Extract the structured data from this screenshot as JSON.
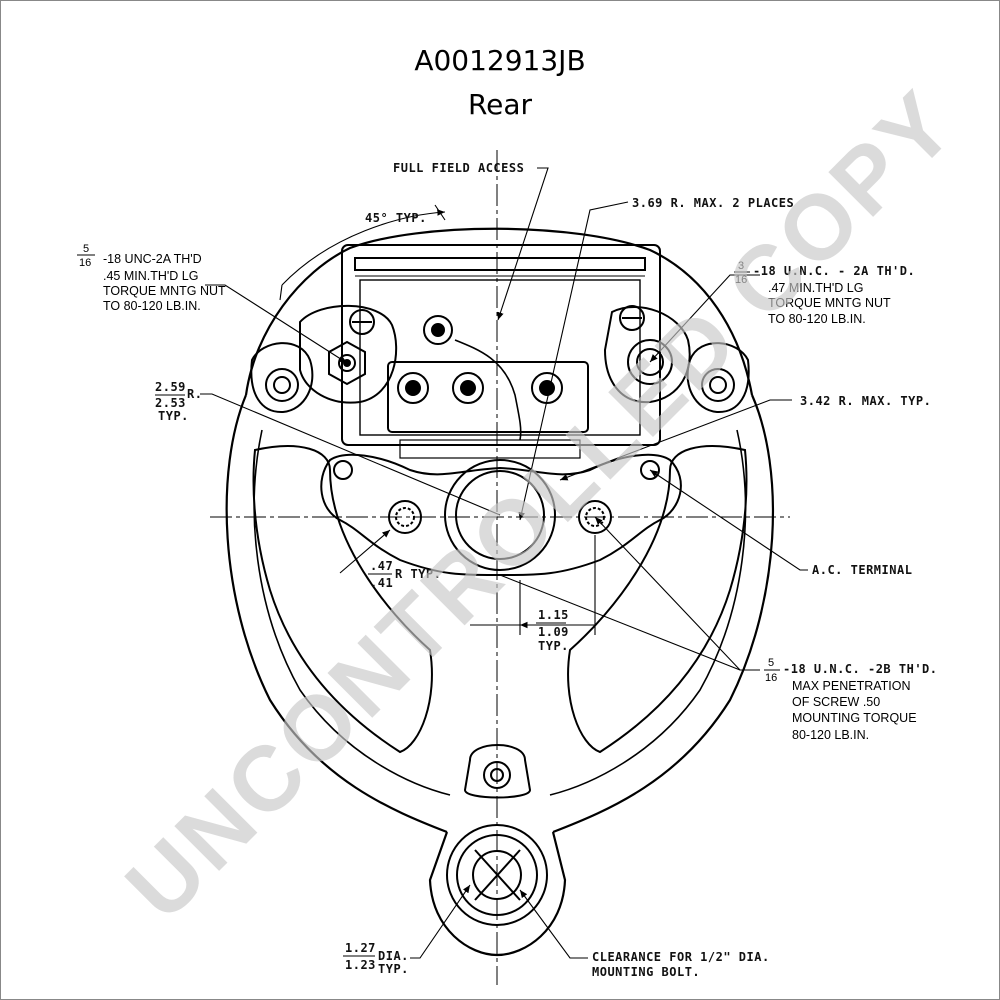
{
  "title": "A0012913JB",
  "subtitle": "Rear",
  "watermark": "UNCONTROLLED COPY",
  "callouts": {
    "full_field_access": "FULL FIELD ACCESS",
    "radius_369": "3.69 R. MAX. 2 PLACES",
    "angle_45": "45° TYP.",
    "left_thread": {
      "frac_num": "5",
      "frac_den": "16",
      "lines": [
        "-18 UNC-2A TH'D",
        ".45 MIN.TH'D LG",
        "TORQUE MNTG NUT",
        "TO 80-120 LB.IN."
      ]
    },
    "right_thread": {
      "frac_num": "3",
      "frac_den": "16",
      "lines": [
        "-18 U.N.C. - 2A TH'D.",
        ".47 MIN.TH'D LG",
        "TORQUE MNTG NUT",
        "TO 80-120 LB.IN."
      ]
    },
    "radius_259": {
      "num": "2.59",
      "den": "2.53",
      "suffix": "R.",
      "typ": "TYP."
    },
    "radius_342": "3.42 R. MAX. TYP.",
    "ac_terminal": "A.C. TERMINAL",
    "radius_47": {
      "num": ".47",
      "den": ".41",
      "suffix": "R TYP."
    },
    "dim_115": {
      "num": "1.15",
      "den": "1.09",
      "typ": "TYP."
    },
    "bottom_thread": {
      "frac_num": "5",
      "frac_den": "16",
      "first": "-18 U.N.C. -2B TH'D.",
      "lines": [
        "MAX PENETRATION",
        "OF SCREW .50",
        "MOUNTING TORQUE",
        "80-120 LB.IN."
      ]
    },
    "dia_127": {
      "num": "1.27",
      "den": "1.23",
      "suffix": "DIA.",
      "typ": "TYP."
    },
    "clearance": [
      "CLEARANCE FOR 1/2\" DIA.",
      "MOUNTING BOLT."
    ]
  }
}
